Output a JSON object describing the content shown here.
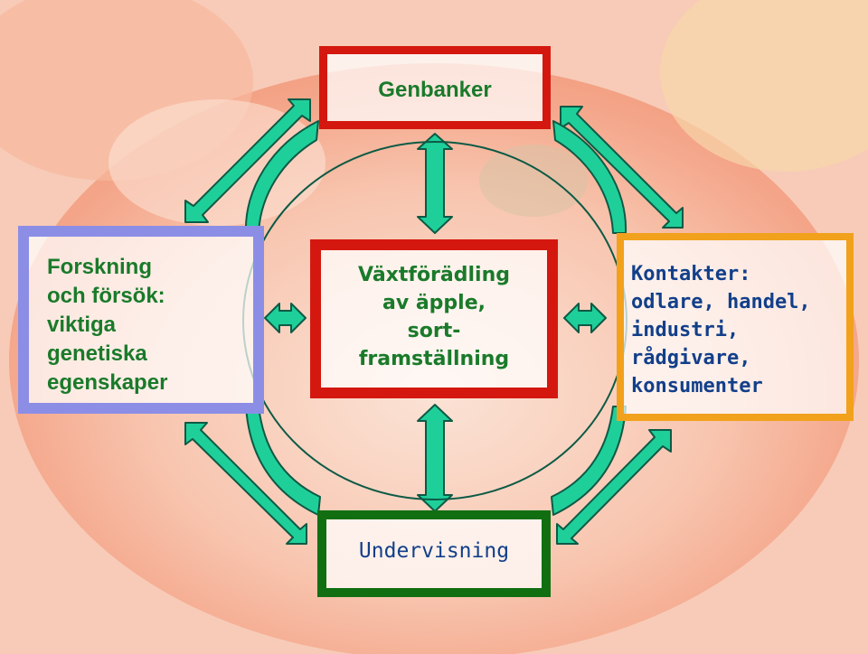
{
  "nodes": {
    "genbanker": "Genbanker",
    "forskning": [
      "Forskning",
      "och försök:",
      "viktiga",
      "genetiska",
      "egenskaper"
    ],
    "vaxtforadling": [
      "Växtförädling",
      "av äpple,",
      "sort-",
      "framställning"
    ],
    "kontakter": [
      "Kontakter:",
      "odlare, handel,",
      "industri,",
      "rådgivare,",
      "konsumenter"
    ],
    "undervisning": "Undervisning"
  },
  "colors": {
    "genbanker_border": "#d4180f",
    "forskning_border": "#8c8ee6",
    "vaxtforadling_border": "#d4180f",
    "kontakter_border": "#f2a11c",
    "undervisning_border": "#116f12",
    "arrow_fill": "#1fcf9a",
    "arrow_stroke": "#0d5a45",
    "green_text": "#1a7a2a",
    "blue_text": "#123f8a"
  }
}
